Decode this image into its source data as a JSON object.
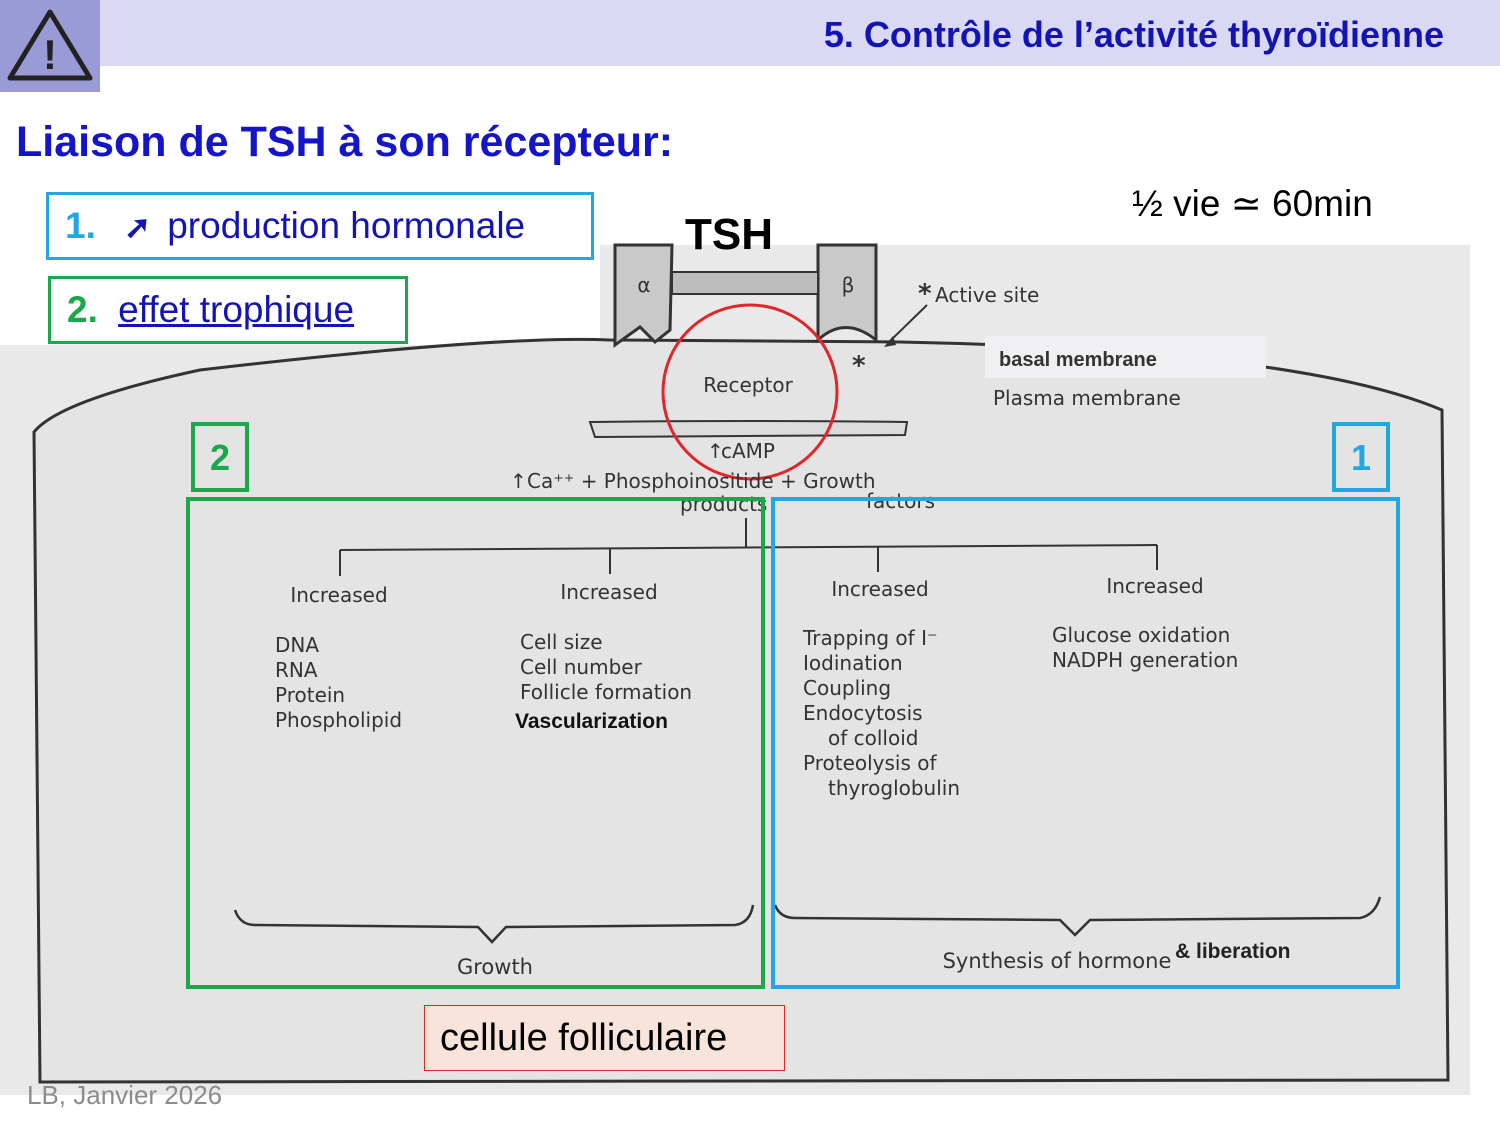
{
  "header": {
    "title": "5. Contrôle de l’activité thyroïdienne",
    "warning_icon": "warning-triangle-icon",
    "warning_symbol": "!"
  },
  "main_title": "Liaison de TSH à son récepteur:",
  "half_life": "½ vie ≃ 60min",
  "tsh_label": "TSH",
  "legend": {
    "item1_number": "1.",
    "item1_arrow": "➚",
    "item1_text": "production hormonale",
    "item2_number": "2.",
    "item2_text": "effet trophique"
  },
  "diagram": {
    "alpha": "α",
    "beta": "β",
    "active_site": "Active site",
    "asterisk": "*",
    "basal_membrane": "basal membrane",
    "plasma_membrane": "Plasma membrane",
    "receptor": "Receptor",
    "camp": "cAMP",
    "messengers": "Ca⁺⁺  +  Phosphoinositide  +  Growth",
    "products": "products",
    "factors": "factors",
    "box2_number": "2",
    "box1_number": "1",
    "increased": "Increased",
    "col1": [
      "DNA",
      "RNA",
      "Protein",
      "Phospholipid"
    ],
    "col2": [
      "Cell size",
      "Cell number",
      "Follicle formation"
    ],
    "col2_extra": "Vascularization",
    "col3": [
      "Trapping of I⁻",
      "Iodination",
      "Coupling",
      "Endocytosis",
      "of colloid",
      "Proteolysis of",
      "thyroglobulin"
    ],
    "col4": [
      "Glucose oxidation",
      "NADPH generation"
    ],
    "growth": "Growth",
    "synthesis": "Synthesis of hormone",
    "liberation": "& liberation"
  },
  "cell_label": "cellule folliculaire",
  "footer": "LB, Janvier 2026",
  "colors": {
    "title_blue": "#1414b4",
    "box1_blue": "#22a7e6",
    "box2_green": "#1aa84a",
    "receptor_circle": "#e0262a",
    "cell_label_bg": "#f9e4dc"
  }
}
